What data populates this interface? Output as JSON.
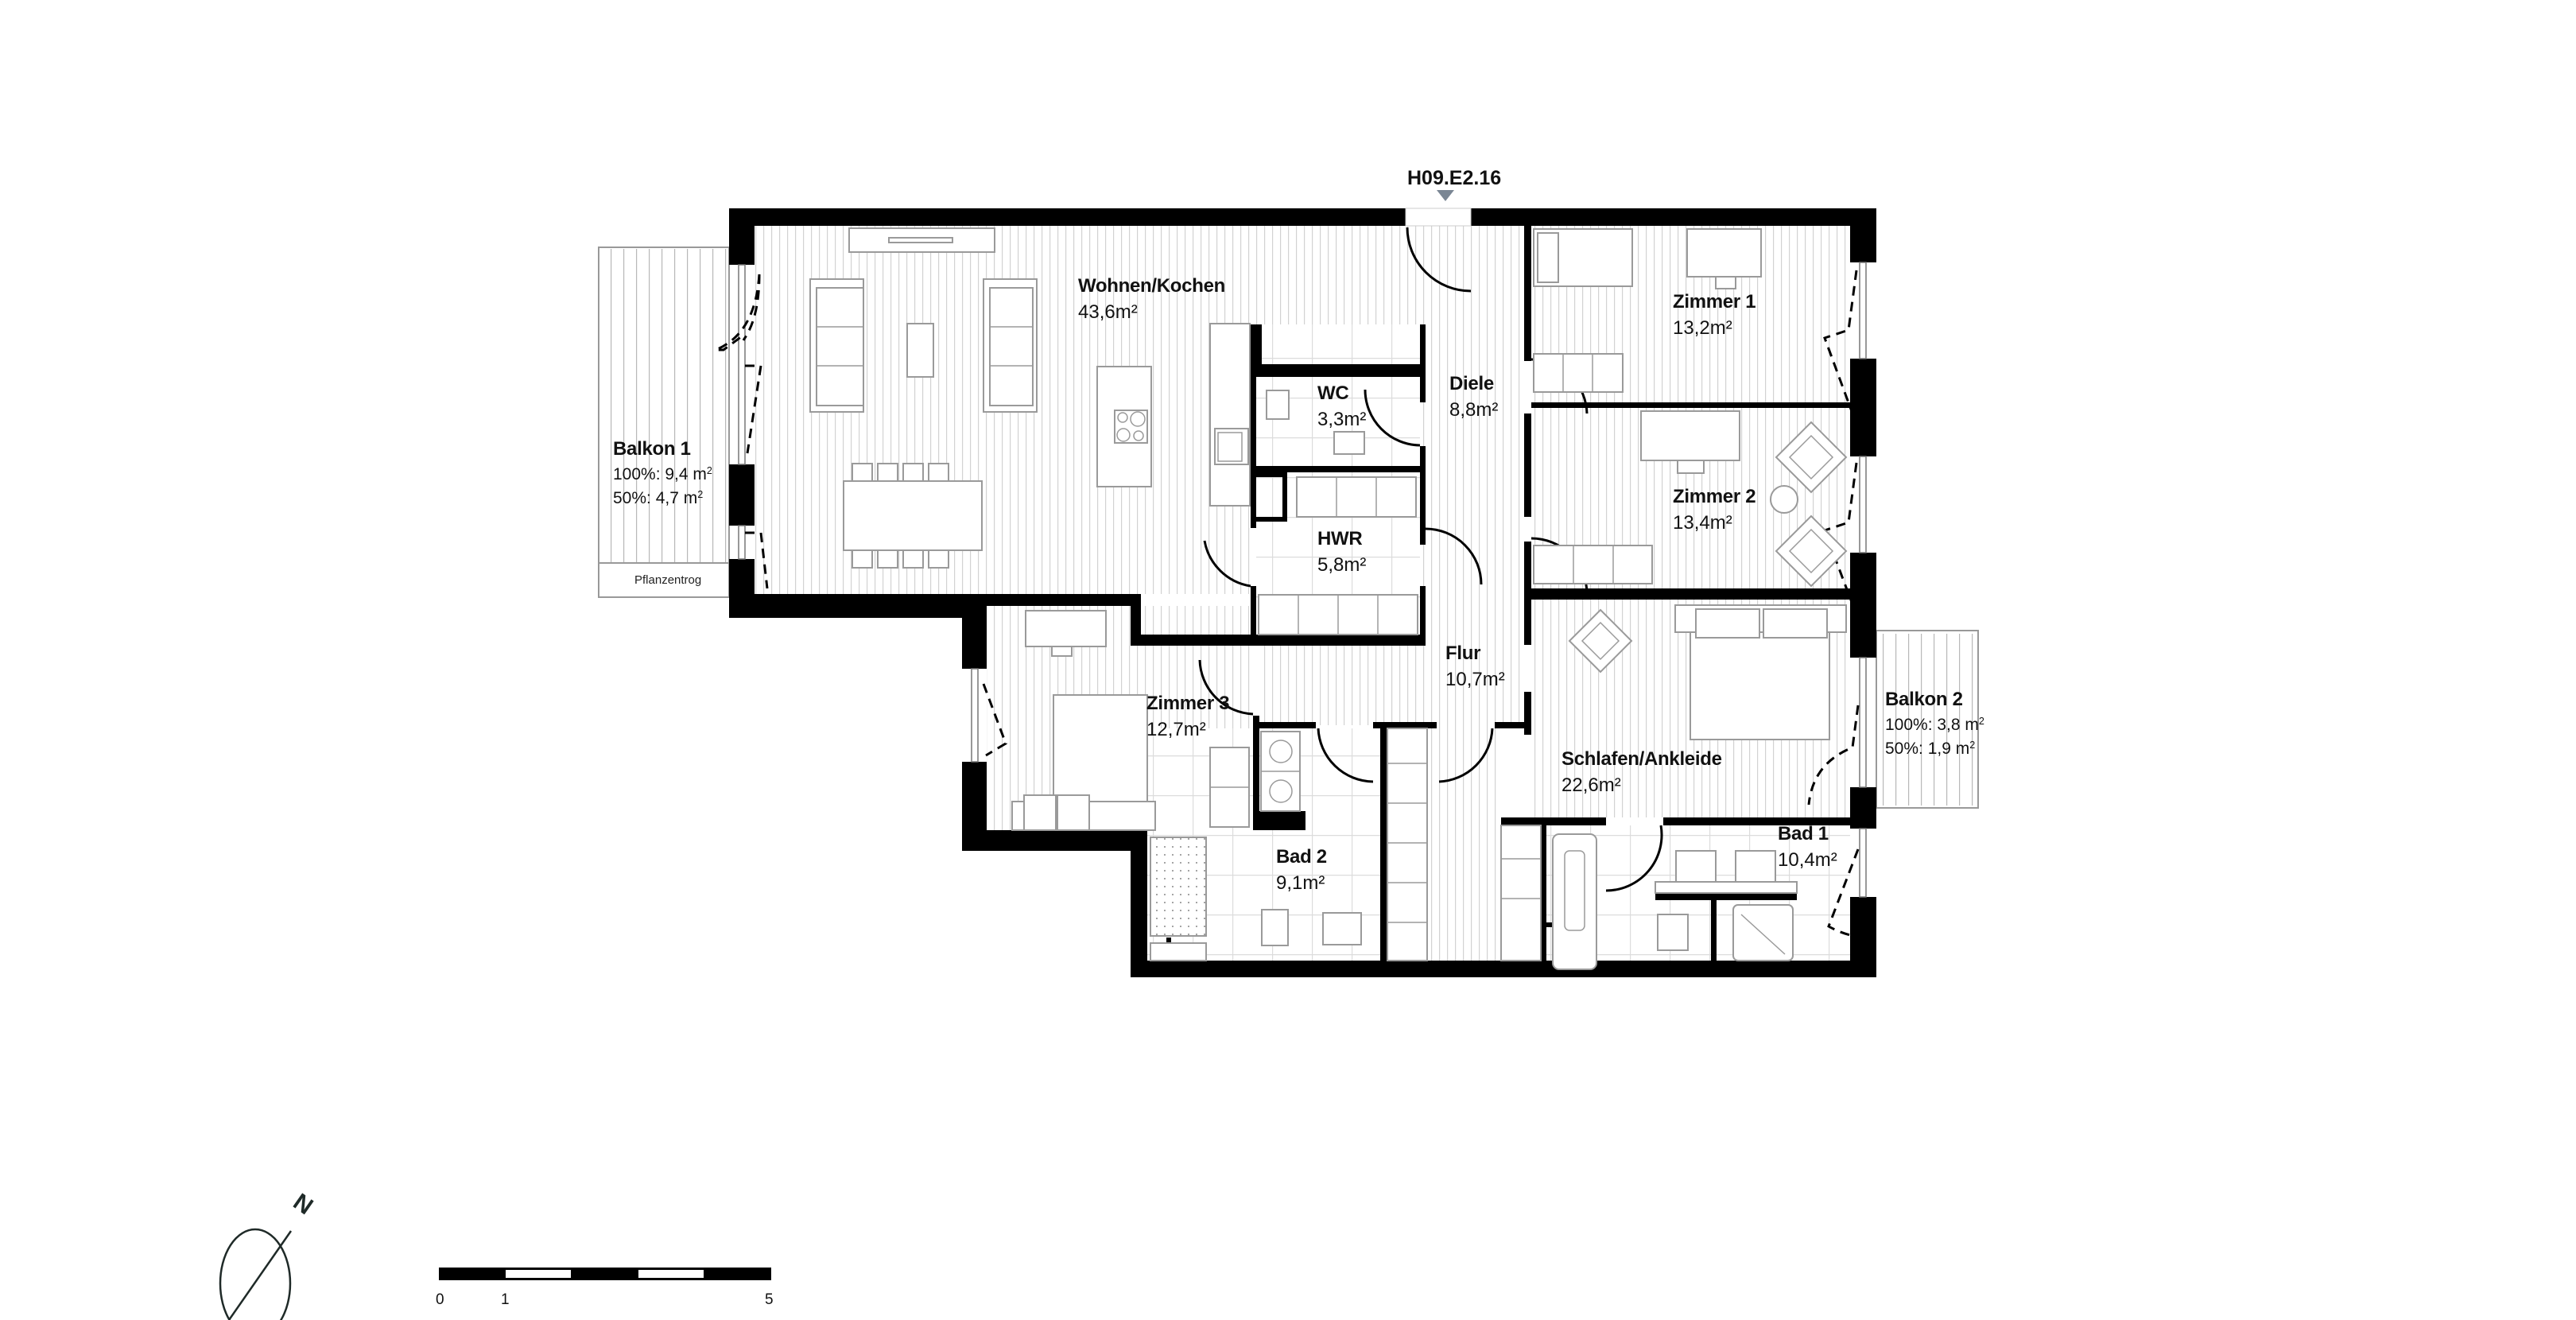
{
  "unit": {
    "id": "H09.E2.16",
    "entry_marker_color": "#7a8694"
  },
  "rooms": [
    {
      "key": "wohnen",
      "name": "Wohnen/Kochen",
      "area": "43,6m²"
    },
    {
      "key": "wc",
      "name": "WC",
      "area": "3,3m²"
    },
    {
      "key": "diele",
      "name": "Diele",
      "area": "8,8m²"
    },
    {
      "key": "hwr",
      "name": "HWR",
      "area": "5,8m²"
    },
    {
      "key": "zimmer1",
      "name": "Zimmer 1",
      "area": "13,2m²"
    },
    {
      "key": "zimmer2",
      "name": "Zimmer 2",
      "area": "13,4m²"
    },
    {
      "key": "flur",
      "name": "Flur",
      "area": "10,7m²"
    },
    {
      "key": "zimmer3",
      "name": "Zimmer 3",
      "area": "12,7m²"
    },
    {
      "key": "schlafen",
      "name": "Schlafen/Ankleide",
      "area": "22,6m²"
    },
    {
      "key": "bad2",
      "name": "Bad 2",
      "area": "9,1m²"
    },
    {
      "key": "bad1",
      "name": "Bad 1",
      "area": "10,4m²"
    }
  ],
  "balconies": [
    {
      "key": "balkon1",
      "name": "Balkon 1",
      "full": "100%: 9,4 m",
      "half": "50%: 4,7 m",
      "unit_sup": "2",
      "planter": "Pflanzentrog"
    },
    {
      "key": "balkon2",
      "name": "Balkon 2",
      "full": "100%: 3,8 m",
      "half": "50%: 1,9 m",
      "unit_sup": "2"
    }
  ],
  "compass": {
    "label": "N"
  },
  "scale_bar": {
    "ticks": [
      "0",
      "1",
      "5"
    ]
  },
  "colors": {
    "wall": "#000000",
    "furniture": "#9a9a9a",
    "plank": "#d2d2d2",
    "tile": "#dcdcdc"
  }
}
